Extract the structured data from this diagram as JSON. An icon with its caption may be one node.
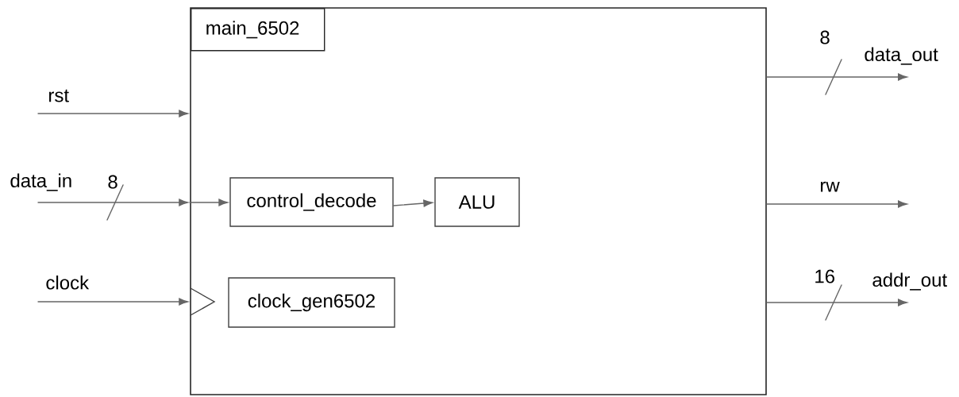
{
  "diagram": {
    "nodes": [
      {
        "text": [
          "main_6502"
        ]
      },
      {
        "text": [
          "control_decode"
        ],
        "in": 0
      },
      {
        "text": [
          "ALU"
        ],
        "in": 0
      },
      {
        "text": [
          "clock_gen6502"
        ],
        "in": 0
      }
    ],
    "edges": [
      {
        "from": null,
        "to": 0,
        "arrow": "to",
        "label": "rst"
      },
      {
        "from": null,
        "to": 0,
        "arrow": "to",
        "label": "data_in"
      },
      {
        "from": 0,
        "to": 1,
        "arrow": "to"
      },
      {
        "from": 1,
        "to": 2,
        "arrow": "to"
      },
      {
        "from": null,
        "to": 0,
        "arrow": "to",
        "label": "clock"
      },
      {
        "from": 0,
        "to": null,
        "arrow": "to",
        "label": "data_out"
      },
      {
        "from": 0,
        "to": null,
        "arrow": "to",
        "label": "rw"
      },
      {
        "from": 0,
        "to": null,
        "arrow": "to",
        "label": "addr_out"
      }
    ],
    "labels": [
      "8",
      "8",
      "16"
    ]
  }
}
